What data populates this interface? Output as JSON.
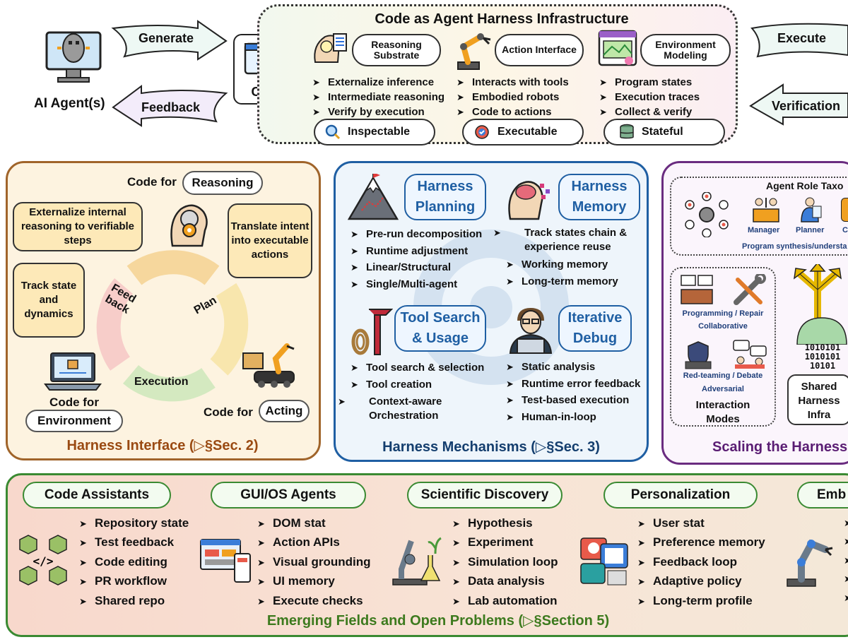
{
  "top": {
    "title": "Code as Agent Harness Infrastructure",
    "agent_label": "AI Agent(s)",
    "generate_label": "Generate",
    "feedback_label": "Feedback",
    "execute_label": "Execute",
    "verification_label": "Verification",
    "code_label": "Code",
    "substrate": {
      "label": "Reasoning Substrate",
      "bullets": [
        "Externalize inference",
        "Intermediate reasoning",
        "Verify by execution"
      ],
      "property": "Inspectable"
    },
    "action": {
      "label": "Action Interface",
      "bullets": [
        "Interacts with tools",
        "Embodied robots",
        "Code to actions"
      ],
      "property": "Executable"
    },
    "environment": {
      "label": "Environment Modeling",
      "bullets": [
        "Program states",
        "Execution traces",
        "Collect & verify"
      ],
      "property": "Stateful"
    }
  },
  "interface": {
    "code_for": "Code for",
    "reasoning": "Reasoning",
    "acting": "Acting",
    "environment": "Environment",
    "bubble_reasoning": "Externalize internal reasoning to verifiable steps",
    "bubble_acting": "Translate intent into executable actions",
    "bubble_env": "Track state and dynamics",
    "cycle_feedback": "Feed back",
    "cycle_plan": "Plan",
    "cycle_execution": "Execution",
    "caption": "Harness Interface (▷§Sec. 2)"
  },
  "mechanisms": {
    "planning": {
      "label": "Harness Planning",
      "bullets": [
        "Pre-run decomposition",
        "Runtime adjustment",
        "Linear/Structural",
        "Single/Multi-agent"
      ]
    },
    "memory": {
      "label": "Harness Memory",
      "bullets": [
        "Track states chain & experience reuse",
        "Working memory",
        "Long-term memory"
      ]
    },
    "tools": {
      "label": "Tool Search & Usage",
      "bullets": [
        "Tool search & selection",
        "Tool creation",
        "Context-aware Orchestration"
      ]
    },
    "debug": {
      "label": "Iterative Debug",
      "bullets": [
        "Static analysis",
        "Runtime error feedback",
        "Test-based execution",
        "Human-in-loop"
      ]
    },
    "caption": "Harness Mechanisms (▷§Sec. 3)"
  },
  "scaling": {
    "taxonomy_title": "Agent Role Taxo",
    "roles": [
      "Manager",
      "Planner",
      "C"
    ],
    "program_synthesis": "Program synthesis/understa",
    "programming_repair": "Programming / Repair",
    "collaborative": "Collaborative",
    "red_teaming": "Red-teaming / Debate",
    "adversarial": "Adversarial",
    "interaction_modes": "Interaction Modes",
    "shared_infra": "Shared Harness Infra",
    "binary": [
      "1010101",
      "1010101",
      "10101"
    ],
    "caption": "Scaling the Harness"
  },
  "emerging": {
    "caption": "Emerging Fields and Open Problems (▷§Section 5)",
    "fields": [
      {
        "label": "Code Assistants",
        "bullets": [
          "Repository state",
          "Test feedback",
          "Code editing",
          "PR workflow",
          "Shared repo"
        ]
      },
      {
        "label": "GUI/OS Agents",
        "bullets": [
          "DOM stat",
          "Action APIs",
          "Visual grounding",
          "UI memory",
          "Execute checks"
        ]
      },
      {
        "label": "Scientific Discovery",
        "bullets": [
          "Hypothesis",
          "Experiment",
          "Simulation loop",
          "Data analysis",
          "Lab automation"
        ]
      },
      {
        "label": "Personalization",
        "bullets": [
          "User stat",
          "Preference memory",
          "Feedback loop",
          "Adaptive policy",
          "Long-term profile"
        ]
      },
      {
        "label": "Emb",
        "bullets": []
      }
    ]
  },
  "colors": {
    "interface_border": "#a0642a",
    "mechanisms_border": "#1f5fa3",
    "scaling_border": "#6a2c80",
    "emerging_border": "#3a8a32",
    "interface_caption": "#9a4a12",
    "mechanisms_caption": "#143e6e",
    "scaling_caption": "#5a1d73",
    "emerging_caption": "#3d7a1e"
  }
}
